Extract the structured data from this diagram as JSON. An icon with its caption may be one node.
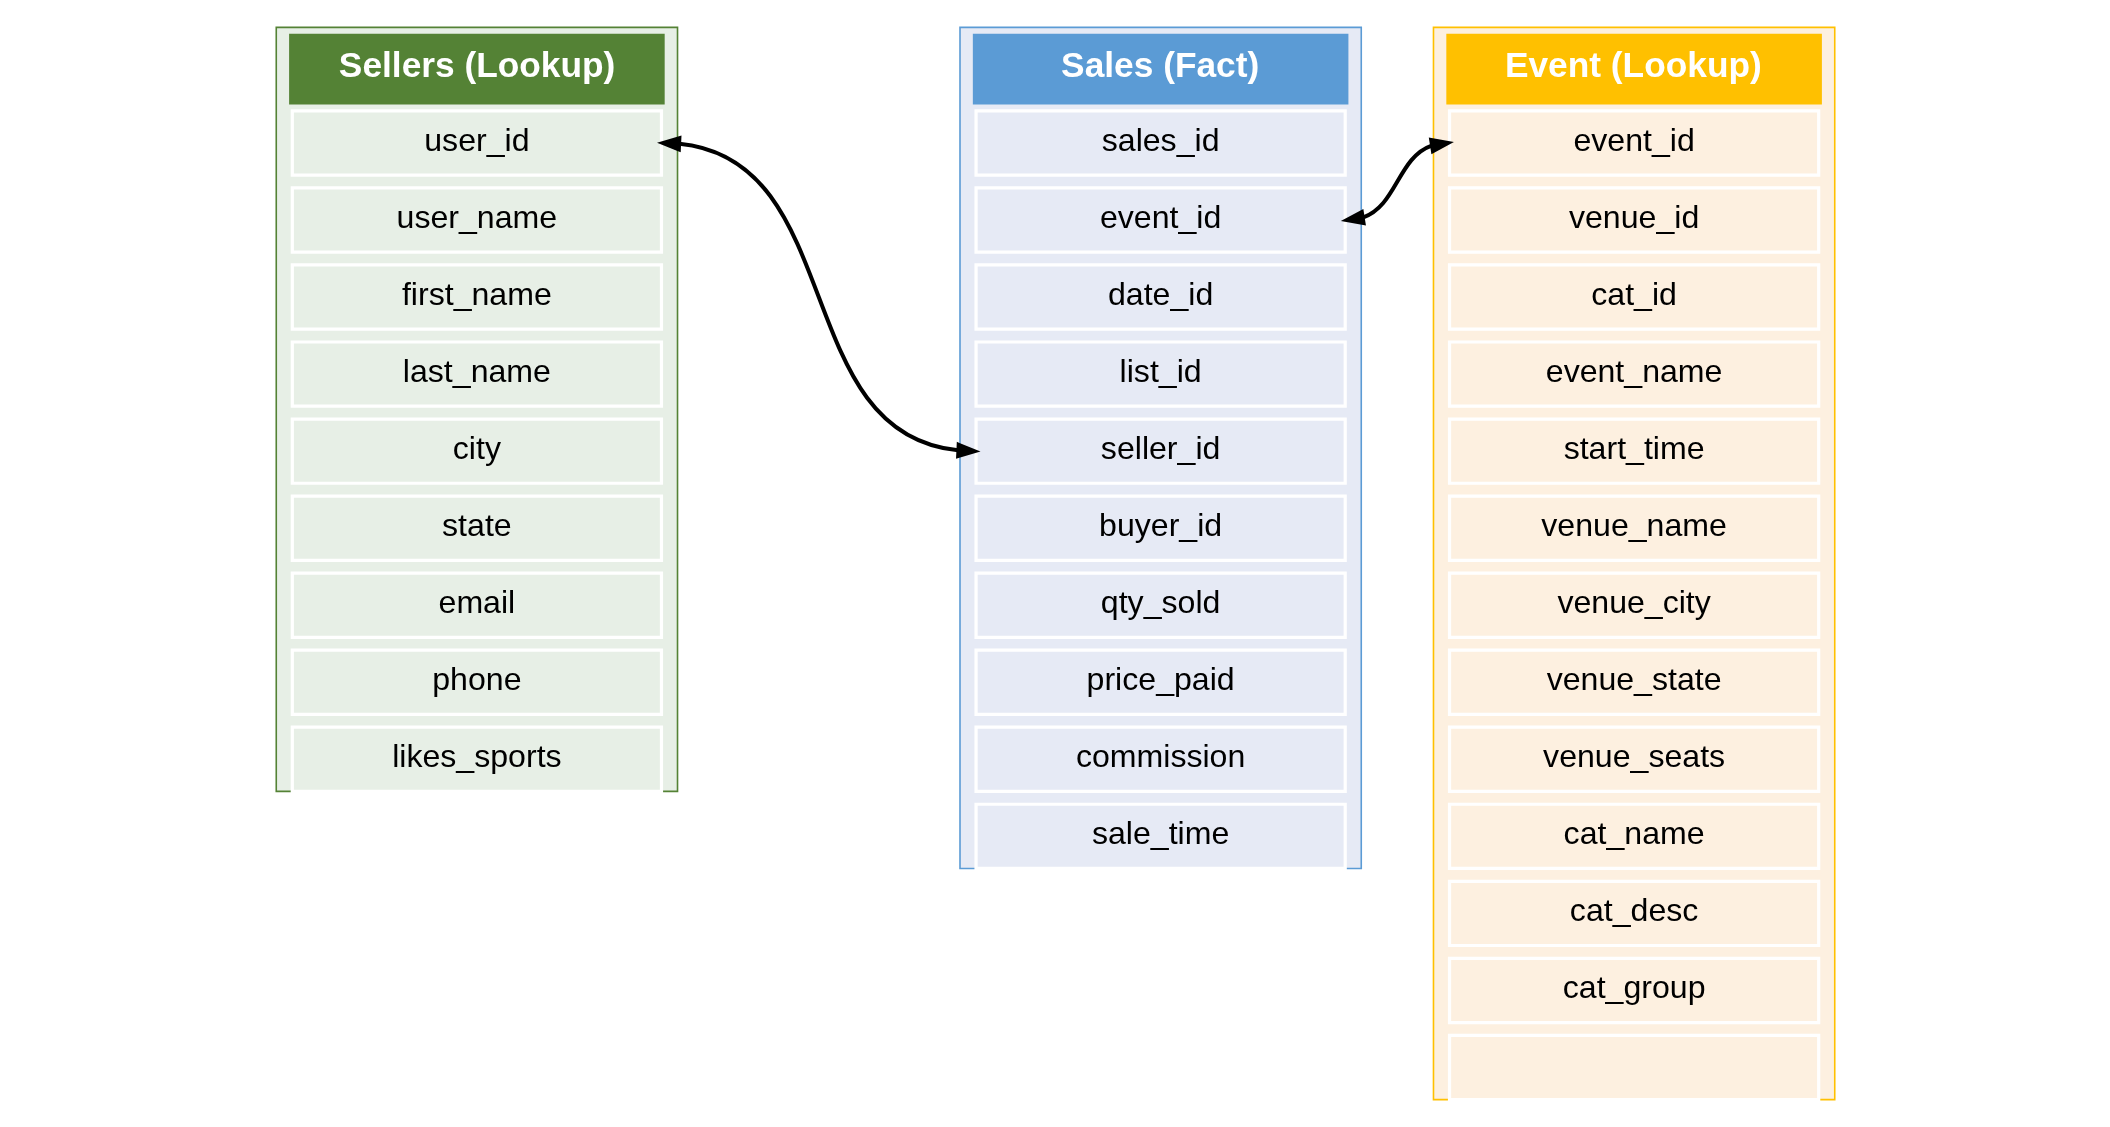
{
  "diagram": {
    "nodes": [
      {
        "text": [
          "Sellers (Lookup)"
        ]
      },
      {
        "text": [
          "user_id"
        ],
        "in": 0
      },
      {
        "text": [
          "user_name"
        ],
        "in": 0
      },
      {
        "text": [
          "first_name"
        ],
        "in": 0
      },
      {
        "text": [
          "last_name"
        ],
        "in": 0
      },
      {
        "text": [
          "city"
        ],
        "in": 0
      },
      {
        "text": [
          "state"
        ],
        "in": 0
      },
      {
        "text": [
          "email"
        ],
        "in": 0
      },
      {
        "text": [
          "phone"
        ],
        "in": 0
      },
      {
        "text": [
          "likes_sports"
        ],
        "in": 0
      },
      {
        "text": [
          "Sales (Fact)"
        ]
      },
      {
        "text": [
          "sales_id"
        ],
        "in": 10
      },
      {
        "text": [
          "event_id"
        ],
        "in": 10
      },
      {
        "text": [
          "date_id"
        ],
        "in": 10
      },
      {
        "text": [
          "list_id"
        ],
        "in": 10
      },
      {
        "text": [
          "seller_id"
        ],
        "in": 10
      },
      {
        "text": [
          "buyer_id"
        ],
        "in": 10
      },
      {
        "text": [
          "qty_sold"
        ],
        "in": 10
      },
      {
        "text": [
          "price_paid"
        ],
        "in": 10
      },
      {
        "text": [
          "commission"
        ],
        "in": 10
      },
      {
        "text": [
          "sale_time"
        ],
        "in": 10
      },
      {
        "text": [
          "Event (Lookup)"
        ]
      },
      {
        "text": [
          "event_id"
        ],
        "in": 21
      },
      {
        "text": [
          "venue_id"
        ],
        "in": 21
      },
      {
        "text": [
          "cat_id"
        ],
        "in": 21
      },
      {
        "text": [
          "event_name"
        ],
        "in": 21
      },
      {
        "text": [
          "start_time"
        ],
        "in": 21
      },
      {
        "text": [
          "venue_name"
        ],
        "in": 21
      },
      {
        "text": [
          "venue_city"
        ],
        "in": 21
      },
      {
        "text": [
          "venue_state"
        ],
        "in": 21
      },
      {
        "text": [
          "venue_seats"
        ],
        "in": 21
      },
      {
        "text": [
          "cat_name"
        ],
        "in": 21
      },
      {
        "text": [
          "cat_desc"
        ],
        "in": 21
      },
      {
        "text": [
          "cat_group"
        ],
        "in": 21
      },
      {
        "text": [],
        "shape": "box",
        "in": 21
      }
    ],
    "edges": [
      {
        "from": 1,
        "to": 15,
        "arrow": "both"
      },
      {
        "from": 12,
        "to": 22,
        "arrow": "both"
      }
    ]
  }
}
